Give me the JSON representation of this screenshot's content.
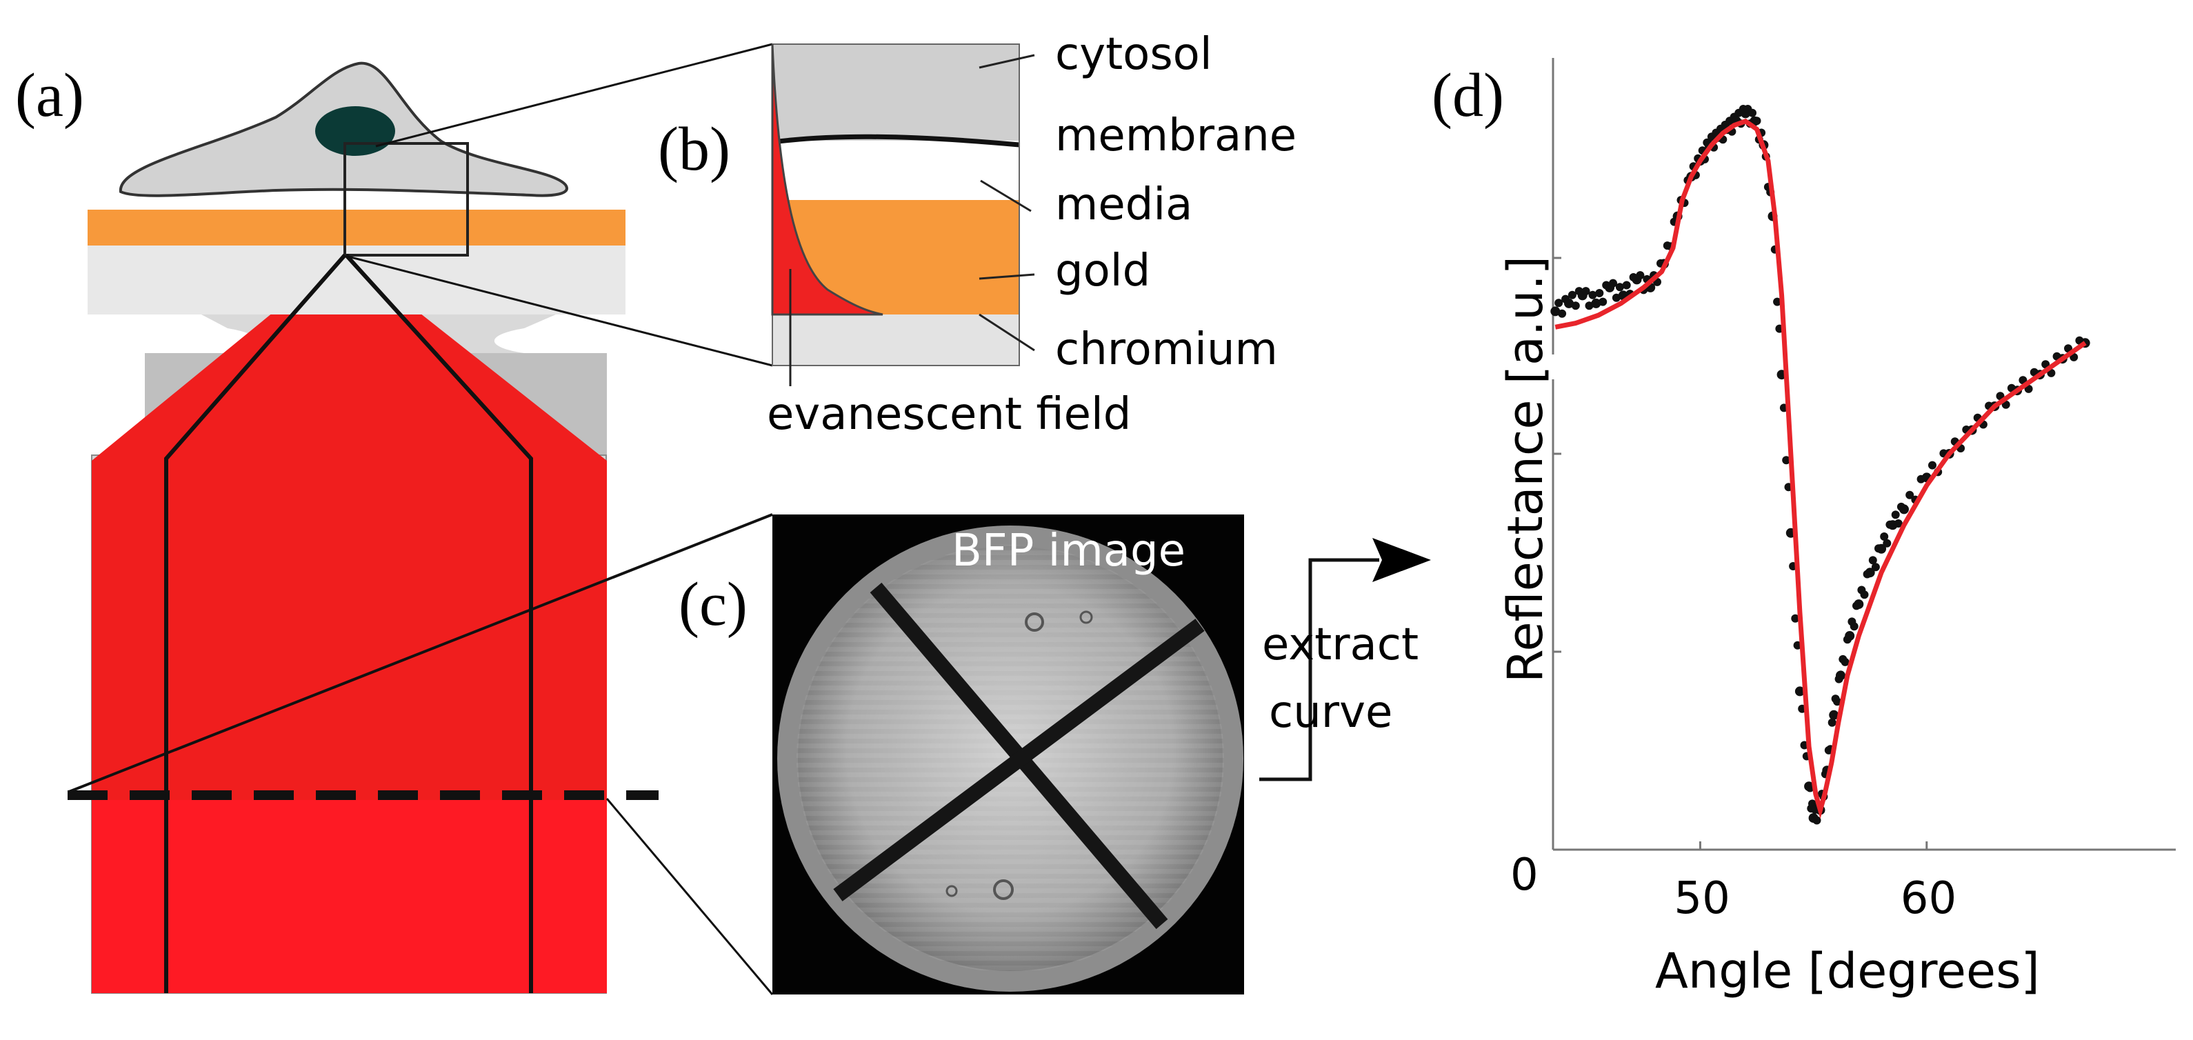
{
  "panel_labels": {
    "a": "(a)",
    "b": "(b)",
    "c": "(c)",
    "d": "(d)"
  },
  "layers": {
    "cytosol": "cytosol",
    "membrane": "membrane",
    "media": "media",
    "gold": "gold",
    "chromium": "chromium",
    "evanescent": "evanescent field"
  },
  "bfp_title": "BFP image",
  "extract_label": {
    "line1": "extract",
    "line2": "curve"
  },
  "colors": {
    "beam_red": "#f01e1e",
    "gold_orange": "#f7993b",
    "cell_gray": "#d2d2d2",
    "nucleus": "#0b3a36",
    "glass": "#e8e8e8",
    "fit_red": "#e8252b"
  },
  "chart_data": {
    "type": "scatter",
    "xlabel": "Angle [degrees]",
    "ylabel": "Reflectance [a.u.]",
    "xlim": [
      43.5,
      71
    ],
    "x_ticks": [
      50,
      60
    ],
    "x_tick_labels": [
      "50",
      "60"
    ],
    "ylim": [
      0,
      1
    ],
    "y_tick_labels": [
      "0"
    ],
    "grid": false,
    "legend": "none",
    "series": [
      {
        "kind": "points",
        "x": [
          43.6,
          44.2,
          44.8,
          45.4,
          46.0,
          46.6,
          47.2,
          47.8,
          48.4,
          49.0,
          49.6,
          50.0,
          50.4,
          50.8,
          51.2,
          51.6,
          52.0,
          52.4,
          52.8,
          53.2,
          53.6,
          54.0,
          54.4,
          54.8,
          55.0,
          55.3,
          55.6,
          55.9,
          56.2,
          56.6,
          57.0,
          57.5,
          58.0,
          58.5,
          59.0,
          60.0,
          61.0,
          62.0,
          63.0,
          64.0,
          65.0,
          66.0,
          67.0
        ],
        "y": [
          0.68,
          0.69,
          0.7,
          0.69,
          0.71,
          0.7,
          0.72,
          0.71,
          0.74,
          0.8,
          0.85,
          0.87,
          0.89,
          0.9,
          0.91,
          0.92,
          0.93,
          0.92,
          0.89,
          0.8,
          0.6,
          0.4,
          0.2,
          0.08,
          0.04,
          0.05,
          0.1,
          0.17,
          0.22,
          0.27,
          0.31,
          0.35,
          0.38,
          0.41,
          0.43,
          0.47,
          0.5,
          0.53,
          0.56,
          0.58,
          0.6,
          0.62,
          0.64
        ]
      },
      {
        "kind": "fit",
        "x": [
          43.6,
          44.5,
          45.5,
          46.5,
          47.5,
          48.3,
          48.8,
          49.2,
          49.6,
          50.0,
          50.5,
          51.0,
          51.5,
          52.0,
          52.5,
          53.0,
          53.3,
          53.6,
          54.0,
          54.4,
          54.8,
          55.1,
          55.3,
          55.5,
          55.8,
          56.1,
          56.5,
          57.0,
          57.5,
          58.0,
          59.0,
          60.0,
          61.0,
          62.0,
          63.0,
          64.0,
          65.0,
          66.0,
          67.0
        ],
        "y": [
          0.66,
          0.665,
          0.675,
          0.69,
          0.71,
          0.73,
          0.76,
          0.82,
          0.85,
          0.87,
          0.89,
          0.905,
          0.915,
          0.92,
          0.91,
          0.87,
          0.8,
          0.7,
          0.5,
          0.3,
          0.13,
          0.07,
          0.05,
          0.07,
          0.11,
          0.16,
          0.22,
          0.27,
          0.31,
          0.35,
          0.41,
          0.46,
          0.5,
          0.53,
          0.56,
          0.58,
          0.6,
          0.62,
          0.64
        ]
      }
    ]
  }
}
